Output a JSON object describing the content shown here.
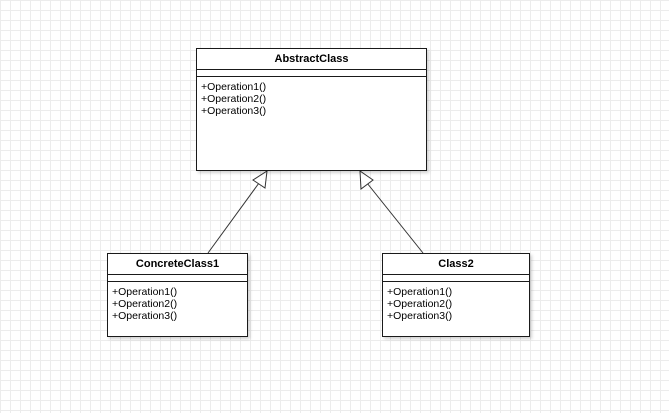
{
  "classes": {
    "abstract": {
      "name": "AbstractClass",
      "operations": [
        "+Operation1()",
        "+Operation2()",
        "+Operation3()"
      ]
    },
    "concrete1": {
      "name": "ConcreteClass1",
      "operations": [
        "+Operation1()",
        "+Operation2()",
        "+Operation3()"
      ]
    },
    "class2": {
      "name": "Class2",
      "operations": [
        "+Operation1()",
        "+Operation2()",
        "+Operation3()"
      ]
    }
  },
  "relationships": [
    {
      "type": "generalization",
      "from": "concrete1",
      "to": "abstract"
    },
    {
      "type": "generalization",
      "from": "class2",
      "to": "abstract"
    }
  ]
}
